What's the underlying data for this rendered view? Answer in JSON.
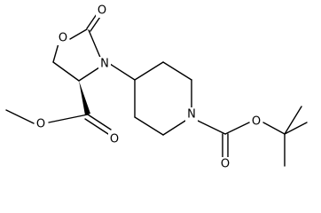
{
  "atoms": [
    {
      "id": "o_ring",
      "symbol": "O"
    },
    {
      "id": "o_carbonyl",
      "symbol": "O"
    },
    {
      "id": "n_ring",
      "symbol": "N"
    },
    {
      "id": "o_methoxy",
      "symbol": "O"
    },
    {
      "id": "o_ester",
      "symbol": "O"
    },
    {
      "id": "n_piperidine",
      "symbol": "N"
    },
    {
      "id": "o_boc_ether",
      "symbol": "O"
    },
    {
      "id": "o_boc_carbonyl",
      "symbol": "O"
    }
  ],
  "colors": {
    "bond": "#000000",
    "label": "#000000",
    "background": "#ffffff"
  }
}
